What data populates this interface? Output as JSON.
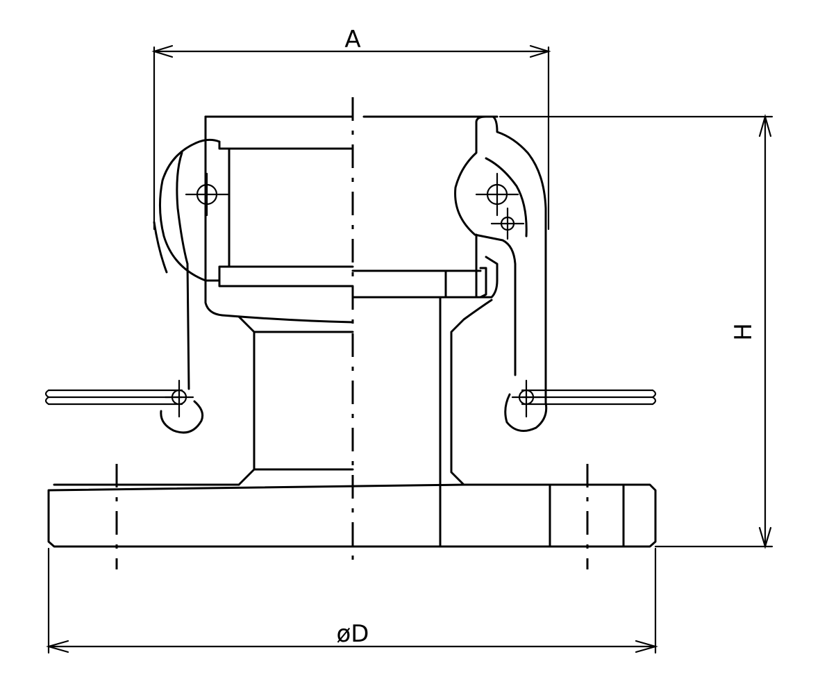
{
  "dimensions": {
    "A": "A",
    "H": "H",
    "D": "øD"
  },
  "colors": {
    "line": "#000000",
    "background": "#ffffff"
  }
}
